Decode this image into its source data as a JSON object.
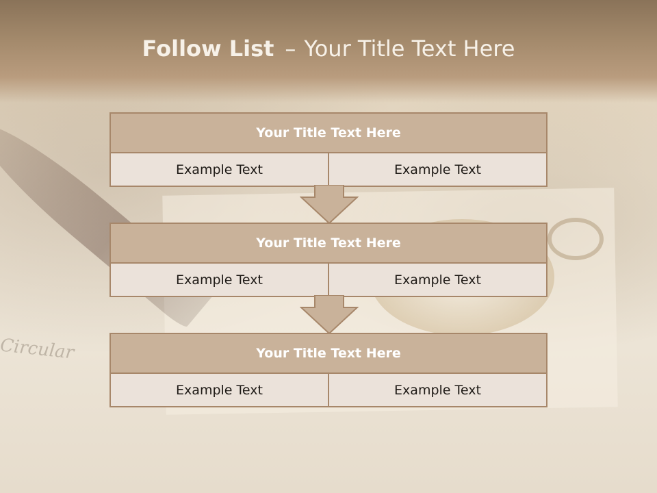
{
  "title": {
    "main": "Follow List",
    "separator": "–",
    "sub": "Your Title Text Here"
  },
  "background": {
    "script_text": "Circular"
  },
  "colors": {
    "header": "#8a7359",
    "block_head": "#c9b29a",
    "block_border": "#a7876a",
    "cell": "#ebe2da"
  },
  "blocks": [
    {
      "heading": "Your Title Text Here",
      "cells": [
        "Example Text",
        "Example Text"
      ]
    },
    {
      "heading": "Your Title Text Here",
      "cells": [
        "Example Text",
        "Example Text"
      ]
    },
    {
      "heading": "Your Title Text Here",
      "cells": [
        "Example Text",
        "Example Text"
      ]
    }
  ],
  "arrows": [
    {
      "icon": "down-arrow-icon"
    },
    {
      "icon": "down-arrow-icon"
    }
  ]
}
